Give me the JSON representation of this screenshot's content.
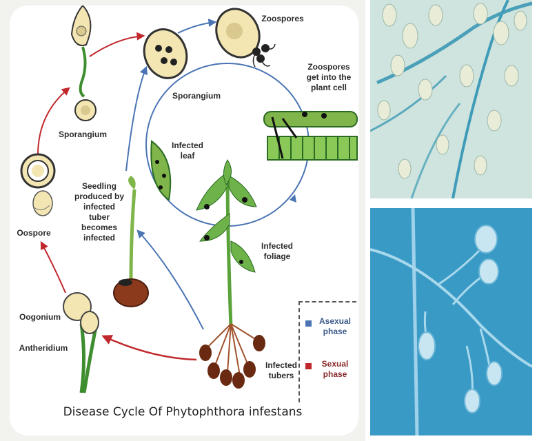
{
  "diagram": {
    "labels": {
      "zoospores": "Zoospores",
      "zoospores_get_into": "Zoospores\nget into the\nplant cell",
      "sporangium_center": "Sporangium",
      "sporangium_left": "Sporangium",
      "infected_leaf": "Infected\nleaf",
      "seedling": "Seedling\nproduced by\ninfected\ntuber\nbecomes\ninfected",
      "oospore": "Oospore",
      "oogonium": "Oogonium",
      "antheridium": "Antheridium",
      "infected_foliage": "Infected\nfoliage",
      "infected_tubers": "Infected\ntubers"
    },
    "legend": {
      "asexual": "Asexual\nphase",
      "sexual": "Sexual\nphase"
    },
    "caption": "Disease Cycle Of Phytophthora infestans",
    "colors": {
      "asexual": "#4a74b4",
      "sexual": "#c0282c",
      "plant_green": "#3e8d2e",
      "spore_fill": "#f3e6b2"
    }
  },
  "micrographs": [
    {
      "name": "light-micrograph-sporangia",
      "palette": "pale-teal"
    },
    {
      "name": "dic-micrograph-sporangiophores",
      "palette": "blue"
    }
  ]
}
